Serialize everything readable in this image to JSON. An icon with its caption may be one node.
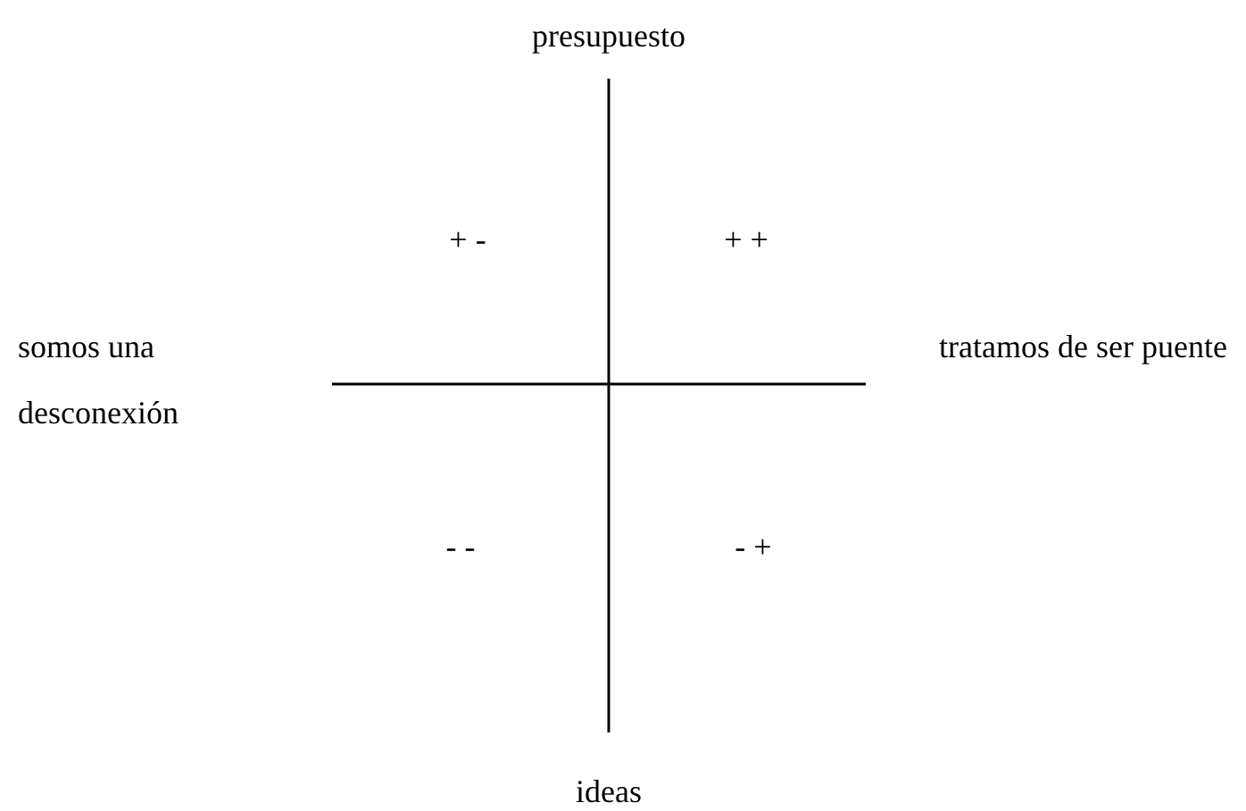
{
  "diagram": {
    "labels": [
      "presupuesto",
      "+ -",
      "+ +",
      "somos una desconexión",
      "tratamos de ser puente",
      "- -",
      "- +",
      "ideas"
    ]
  }
}
